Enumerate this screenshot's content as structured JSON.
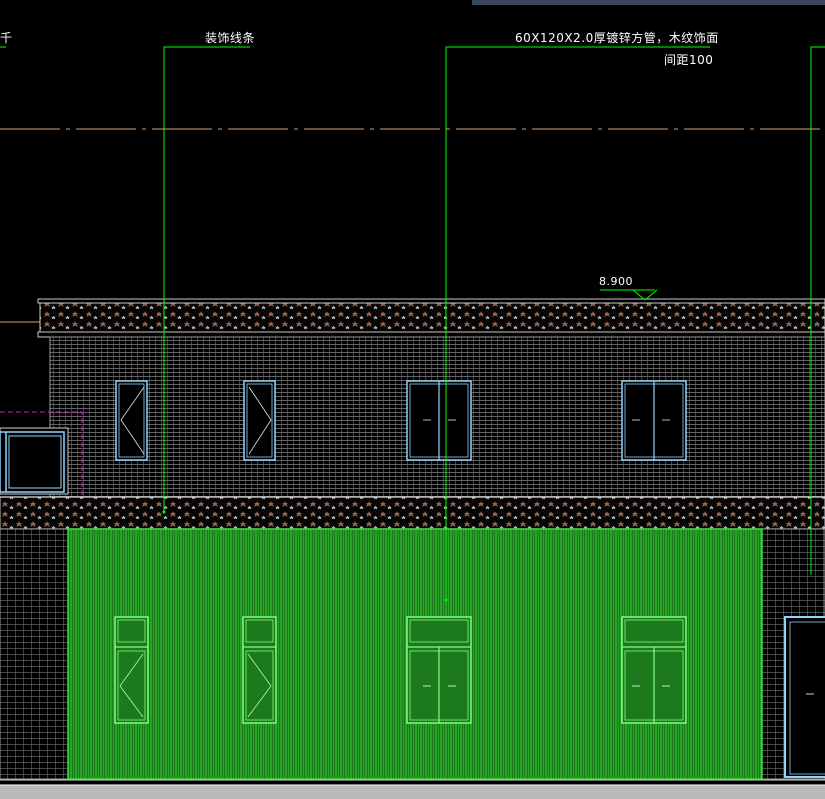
{
  "annotations": {
    "left_clip": "千",
    "decor_strip": "装饰线条",
    "steel_tube": "60X120X2.0厚镀锌方管，木纹饰面",
    "spacing": "间距100",
    "elevation": "8.900"
  },
  "colors": {
    "background": "#000000",
    "wall_line": "#9a9a9a",
    "cladding_fill": "#1f8a1f",
    "cladding_line": "#38d838",
    "leader": "#00ff00",
    "window": "#8fd3ff",
    "text": "#ffffff",
    "center_line": "#d2a07a",
    "hidden": "#d020d0",
    "topbar": "#3a4560"
  }
}
